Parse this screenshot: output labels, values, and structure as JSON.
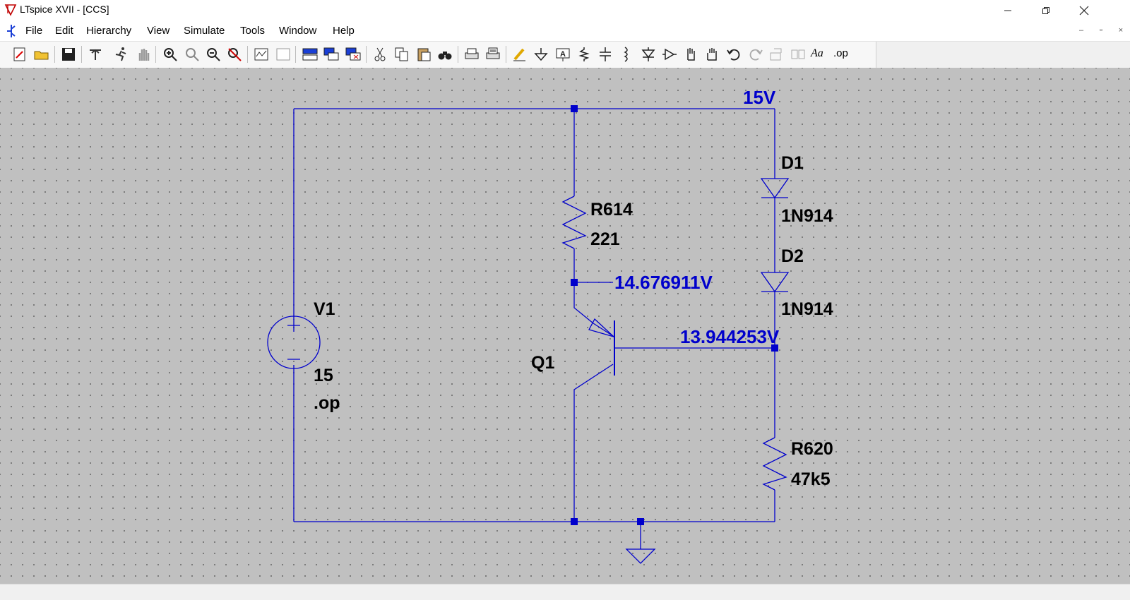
{
  "window": {
    "title": "LTspice XVII - [CCS]",
    "controls": {
      "minimize": "–",
      "maximize": "□",
      "close": "×"
    }
  },
  "menu": {
    "items": [
      {
        "label": "File"
      },
      {
        "label": "Edit"
      },
      {
        "label": "Hierarchy"
      },
      {
        "label": "View"
      },
      {
        "label": "Simulate"
      },
      {
        "label": "Tools"
      },
      {
        "label": "Window"
      },
      {
        "label": "Help"
      }
    ],
    "mdi_controls": {
      "minimize": "–",
      "restore": "▫",
      "close": "×"
    }
  },
  "toolbar": {
    "buttons": [
      "new-schematic-icon",
      "open-icon",
      "save-icon",
      "control-panel-icon",
      "run-icon",
      "halt-icon",
      "zoom-in-icon",
      "zoom-pan-icon",
      "zoom-out-icon",
      "zoom-fit-icon",
      "plot-settings-icon",
      "blank-plot-icon",
      "tile-icon",
      "cascade-icon",
      "close-window-icon",
      "cut-icon",
      "copy-icon",
      "paste-icon",
      "find-icon",
      "print-icon",
      "print-preview-icon",
      "wire-icon",
      "ground-icon",
      "label-net-icon",
      "resistor-icon",
      "capacitor-icon",
      "inductor-icon",
      "diode-icon",
      "component-icon",
      "move-icon",
      "drag-icon",
      "undo-icon",
      "redo-icon",
      "rotate-icon",
      "mirror-icon",
      "text-icon",
      "spice-directive-icon"
    ],
    "text_buttons": {
      "text": "Aa",
      "spice_directive": ".op"
    }
  },
  "schematic": {
    "colors": {
      "wire": "#0000cc",
      "label": "#0000cc",
      "component_text": "#000000",
      "background": "#c0c0c0"
    },
    "components": {
      "V1": {
        "name": "V1",
        "value": "15",
        "directive": ".op"
      },
      "R614": {
        "name": "R614",
        "value": "221"
      },
      "R620": {
        "name": "R620",
        "value": "47k5"
      },
      "D1": {
        "name": "D1",
        "value": "1N914"
      },
      "D2": {
        "name": "D2",
        "value": "1N914"
      },
      "Q1": {
        "name": "Q1"
      }
    },
    "node_voltages": {
      "top": "15V",
      "emitter": "14.676911V",
      "base": "13.944253V"
    }
  }
}
